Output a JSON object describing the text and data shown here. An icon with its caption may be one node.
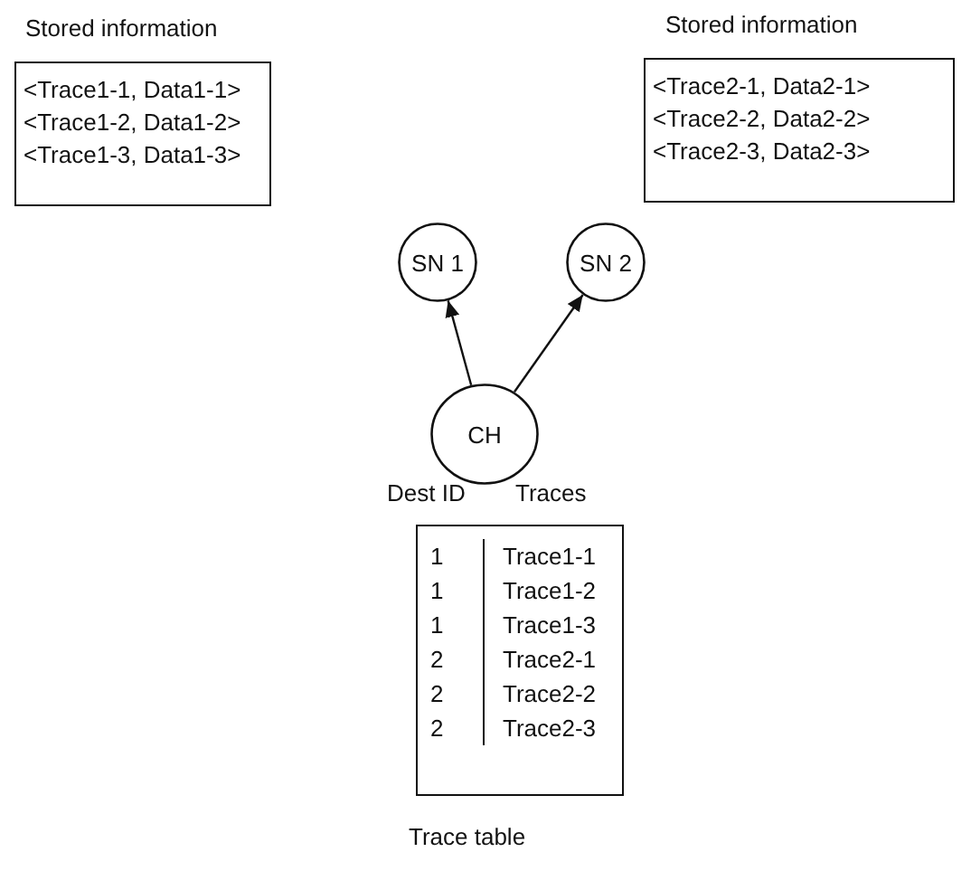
{
  "diagram": {
    "nodes": [
      {
        "text": [
          "Stored information",
          "<Trace1-1, Data1-1>",
          "<Trace1-2, Data1-2>",
          "<Trace1-3, Data1-3>"
        ]
      },
      {
        "text": [
          "Stored information",
          "<Trace2-1, Data2-1>",
          "<Trace2-2, Data2-2>",
          "<Trace2-3, Data2-3>"
        ]
      },
      {
        "text": [
          "SN 1"
        ]
      },
      {
        "text": [
          "SN 2"
        ]
      },
      {
        "text": [
          "CH"
        ]
      },
      {
        "text": [
          "Dest ID",
          "Traces",
          "1",
          "Trace1-1",
          "1",
          "Trace1-2",
          "1",
          "Trace1-3",
          "2",
          "Trace2-1",
          "2",
          "Trace2-2",
          "2",
          "Trace2-3",
          "Trace table"
        ]
      }
    ],
    "edges": [
      {
        "from": 4,
        "to": 2,
        "arrow": "to"
      },
      {
        "from": 4,
        "to": 3,
        "arrow": "to"
      }
    ]
  }
}
